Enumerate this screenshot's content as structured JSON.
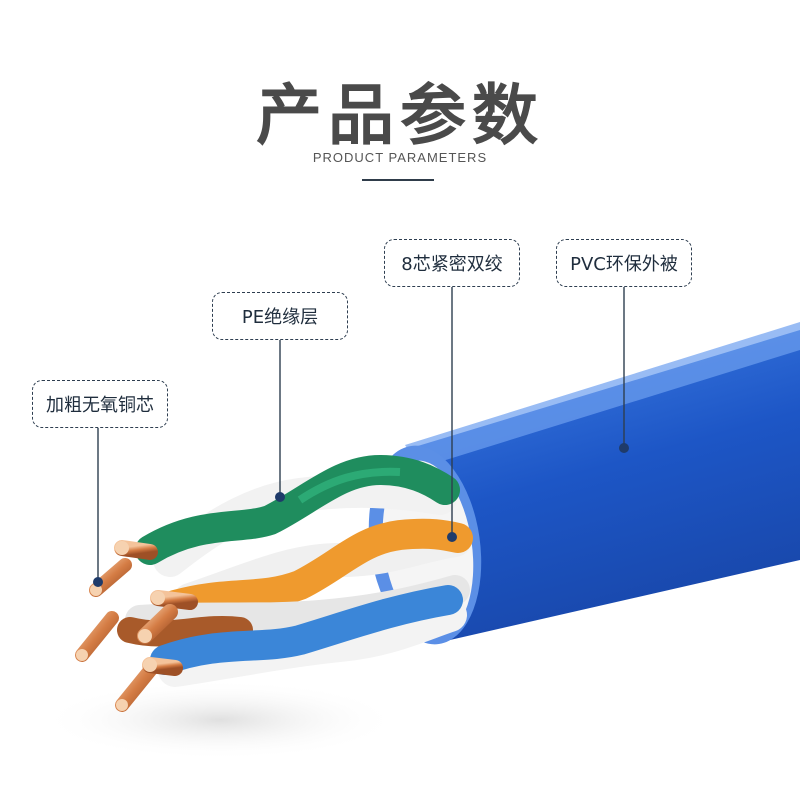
{
  "header": {
    "title": "产品参数",
    "subtitle": "PRODUCT PARAMETERS"
  },
  "callouts": [
    {
      "id": "copper-core",
      "text": "加粗无氧铜芯"
    },
    {
      "id": "pe-insulation",
      "text": "PE绝缘层"
    },
    {
      "id": "twisted-pairs",
      "text": "8芯紧密双绞"
    },
    {
      "id": "pvc-jacket",
      "text": "PVC环保外被"
    }
  ],
  "colors": {
    "jacket": "#1f58c8",
    "green": "#1f8d5e",
    "orange": "#ef9a2e",
    "blue": "#3b86d8",
    "brown": "#b0602a",
    "copper": "#d98a55",
    "marker": "#1f3b6a"
  }
}
